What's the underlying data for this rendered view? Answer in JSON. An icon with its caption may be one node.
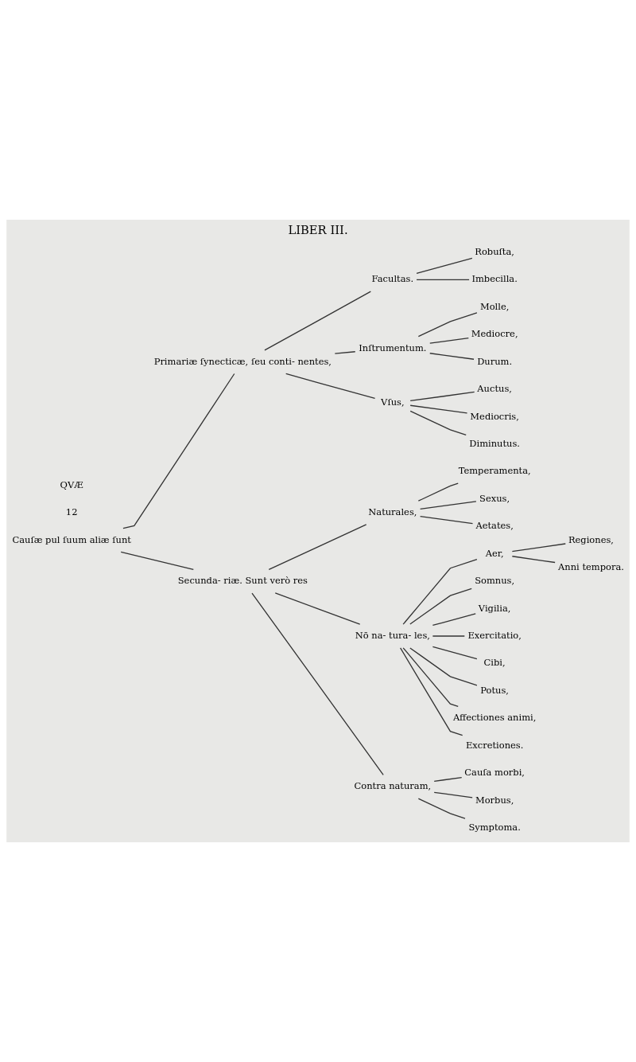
{
  "diagram": {
    "title": "LIBER III.",
    "nodes": [
      {
        "text": [
          "Cauſæ pul ſuum aliæ ſunt"
        ]
      },
      {
        "text": [
          "Primariæ ſynecticæ, ſeu conti- nentes,"
        ]
      },
      {
        "text": [
          "Facultas."
        ]
      },
      {
        "text": [
          "Robuſta,"
        ]
      },
      {
        "text": [
          "Imbecilla."
        ]
      },
      {
        "text": [
          "Inſtrumentum."
        ]
      },
      {
        "text": [
          "Molle,"
        ]
      },
      {
        "text": [
          "Mediocre,"
        ]
      },
      {
        "text": [
          "Durum."
        ]
      },
      {
        "text": [
          "Vſus,"
        ]
      },
      {
        "text": [
          "Auctus,"
        ]
      },
      {
        "text": [
          "Mediocris,"
        ]
      },
      {
        "text": [
          "Diminutus."
        ]
      },
      {
        "text": [
          "Secunda- riæ. Sunt verò res"
        ]
      },
      {
        "text": [
          "Naturales,"
        ]
      },
      {
        "text": [
          "Temperamenta,"
        ]
      },
      {
        "text": [
          "Sexus,"
        ]
      },
      {
        "text": [
          "Aetates,"
        ]
      },
      {
        "text": [
          "Nō na- tura- les,"
        ]
      },
      {
        "text": [
          "Aer,"
        ]
      },
      {
        "text": [
          "Regiones,"
        ]
      },
      {
        "text": [
          "Anni tempora."
        ]
      },
      {
        "text": [
          "Somnus,"
        ]
      },
      {
        "text": [
          "Vigilia,"
        ]
      },
      {
        "text": [
          "Exercitatio,"
        ]
      },
      {
        "text": [
          "Cibi,"
        ]
      },
      {
        "text": [
          "Potus,"
        ]
      },
      {
        "text": [
          "Affectiones animi,"
        ]
      },
      {
        "text": [
          "Excretiones."
        ]
      },
      {
        "text": [
          "Contra naturam,"
        ]
      },
      {
        "text": [
          "Cauſa morbi,"
        ]
      },
      {
        "text": [
          "Morbus,"
        ]
      },
      {
        "text": [
          "Symptoma."
        ]
      }
    ],
    "edges": [
      {
        "from": 0,
        "to": 1,
        "arrow": "none"
      },
      {
        "from": 0,
        "to": 13,
        "arrow": "none"
      },
      {
        "from": 1,
        "to": 2,
        "arrow": "none"
      },
      {
        "from": 1,
        "to": 5,
        "arrow": "none"
      },
      {
        "from": 1,
        "to": 9,
        "arrow": "none"
      },
      {
        "from": 2,
        "to": 3,
        "arrow": "none"
      },
      {
        "from": 2,
        "to": 4,
        "arrow": "none"
      },
      {
        "from": 5,
        "to": 6,
        "arrow": "none"
      },
      {
        "from": 5,
        "to": 7,
        "arrow": "none"
      },
      {
        "from": 5,
        "to": 8,
        "arrow": "none"
      },
      {
        "from": 9,
        "to": 10,
        "arrow": "none"
      },
      {
        "from": 9,
        "to": 11,
        "arrow": "none"
      },
      {
        "from": 9,
        "to": 12,
        "arrow": "none"
      },
      {
        "from": 13,
        "to": 14,
        "arrow": "none"
      },
      {
        "from": 13,
        "to": 18,
        "arrow": "none"
      },
      {
        "from": 13,
        "to": 29,
        "arrow": "none"
      },
      {
        "from": 14,
        "to": 15,
        "arrow": "none"
      },
      {
        "from": 14,
        "to": 16,
        "arrow": "none"
      },
      {
        "from": 14,
        "to": 17,
        "arrow": "none"
      },
      {
        "from": 18,
        "to": 19,
        "arrow": "none"
      },
      {
        "from": 18,
        "to": 22,
        "arrow": "none"
      },
      {
        "from": 18,
        "to": 23,
        "arrow": "none"
      },
      {
        "from": 18,
        "to": 24,
        "arrow": "none"
      },
      {
        "from": 18,
        "to": 25,
        "arrow": "none"
      },
      {
        "from": 18,
        "to": 26,
        "arrow": "none"
      },
      {
        "from": 18,
        "to": 27,
        "arrow": "none"
      },
      {
        "from": 18,
        "to": 28,
        "arrow": "none"
      },
      {
        "from": 19,
        "to": 20,
        "arrow": "none"
      },
      {
        "from": 19,
        "to": 21,
        "arrow": "none"
      },
      {
        "from": 29,
        "to": 30,
        "arrow": "none"
      },
      {
        "from": 29,
        "to": 31,
        "arrow": "none"
      },
      {
        "from": 29,
        "to": 32,
        "arrow": "none"
      }
    ],
    "labels": [
      "12",
      "QVÆ"
    ]
  }
}
